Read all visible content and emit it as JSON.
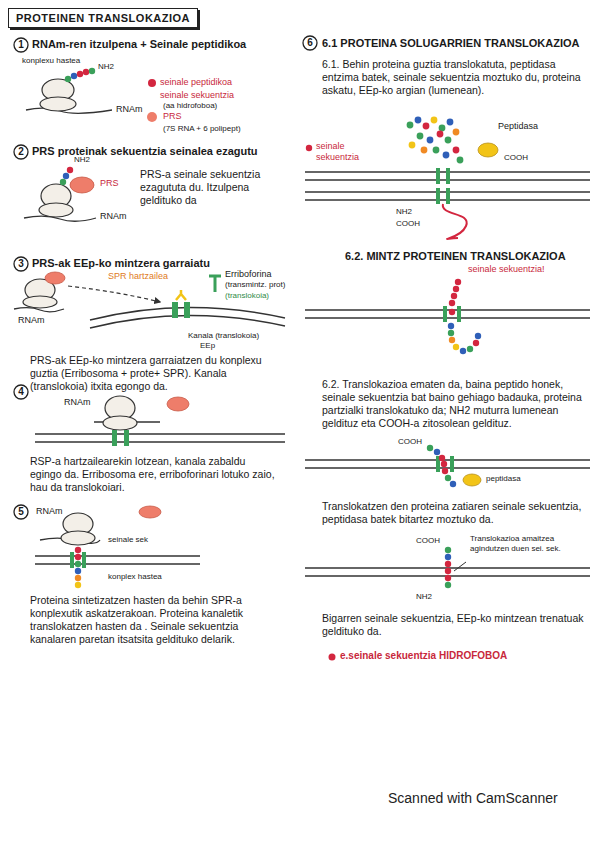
{
  "diagram": {
    "title": "PROTEINEN TRANSLOKAZIOA",
    "nodes": [
      {
        "text": [
          "1"
        ]
      },
      {
        "text": [
          "2"
        ]
      },
      {
        "text": [
          "3"
        ]
      },
      {
        "text": [
          "4"
        ]
      },
      {
        "text": [
          "5"
        ]
      },
      {
        "text": [
          "6"
        ]
      }
    ],
    "labels": [
      "RNAm-ren itzulpena + Seinale peptidikoa",
      "konplexu hastea",
      "NH2",
      "RNAm",
      "seinale sekuentzia",
      "(aa hidrofoboa)",
      "(7S RNA + 6 polipept)",
      "PRS proteinak sekuentzia seinalea ezagutu",
      "NH2",
      "PRS",
      "RNAm",
      "PRS-a seinale sekuentzia ezagututa du. Itzulpena geldituko da",
      "PRS-ak EEp-ko mintzera garraiatu",
      "SPR hartzailea",
      "Erriboforina",
      "(transmintz. prot)",
      "(translokoia)",
      "RNAm",
      "Kanala (translokoia)",
      "EEp",
      "PRS-ak EEp-ko mintzera garraiatzen du konplexu guztia (Erribosoma + prote+ SPR). Kanala (translokoia) itxita egongo da.",
      "RNAm",
      "RSP-a hartzailearekin lotzean, kanala zabaldu egingo da. Erribosoma ere, erriboforinari lotuko zaio, hau da translokoiari.",
      "RNAm",
      "seinale sek",
      "konplex hastea",
      "Proteina sintetizatzen hasten da behin SPR-a konplexutik askatzerakoan. Proteina kanaletik translokatzen hasten da . Seinale sekuentzia kanalaren paretan itsatsita geldituko delarik.",
      "6.1 PROTEINA SOLUGARRIEN TRANSLOKAZIOA",
      "6.1. Behin proteina guztia translokatuta, peptidasa entzima batek, seinale sekuentzia moztuko du, proteina askatu, EEp-ko argian (lumenean).",
      "Peptidasa",
      "COOH",
      "seinale sekuentzia",
      "NH2",
      "COOH",
      "6.2. MINTZ PROTEINEN TRANSLOKAZIOA",
      "seinale sekuentzia!",
      "6.2. Translokazioa ematen da, baina peptido honek, seinale sekuentzia bat baino gehiago badauka, proteina partzialki translokatuko da; NH2 muturra lumenean geldituz eta COOH-a zitosolean geldituz.",
      "COOH",
      "peptidasa",
      "Translokatzen den proteina zatiaren seinale sekuentzia, peptidasa batek bitartez moztuko da.",
      "COOH",
      "Translokazioa amaitzea agindutzen duen sei. sek.",
      "NH2",
      "Bigarren seinale sekuentzia, EEp-ko mintzean trenatuak geldituko da.",
      "e.seinale sekuentzia HIDROFOBOA",
      "Scanned with CamScanner"
    ],
    "legend": [
      {
        "text": "seinale peptidikoa",
        "color": "#d3263f"
      },
      {
        "text": "PRS",
        "color": "#ee7d6a"
      }
    ]
  }
}
